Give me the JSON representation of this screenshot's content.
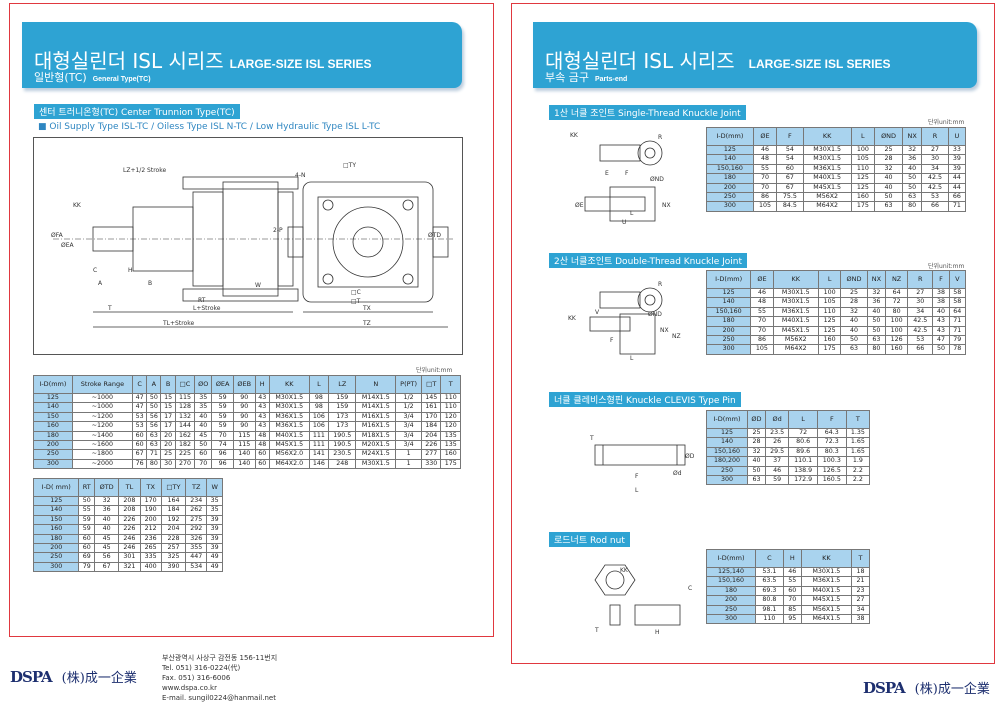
{
  "left": {
    "title_kr": "대형실린더 ISL 시리즈",
    "title_en": "LARGE-SIZE ISL SERIES",
    "subtitle_kr": "일반형(TC)",
    "subtitle_en": "General Type(TC)",
    "section": "센터 트러니온형(TC)  Center Trunnion Type(TC)",
    "bullet": "■  Oil Supply Type ISL-TC / Oiless Type ISL N-TC / Low Hydraulic Type ISL L-TC",
    "drawing_labels": [
      "LZ+1/2 Stroke",
      "KK",
      "ØFA",
      "ØEA",
      "C",
      "A",
      "B",
      "H",
      "RT",
      "L+Stroke",
      "T",
      "TL+Stroke",
      "□TY",
      "4-N",
      "2-P",
      "ØTD",
      "□C",
      "□T",
      "TX",
      "TZ",
      "W"
    ],
    "unit": "단위unit:mm",
    "table1": {
      "headers": [
        "I-D(mm)",
        "Stroke Range",
        "C",
        "A",
        "B",
        "□C",
        "ØO",
        "ØEA",
        "ØEB",
        "H",
        "KK",
        "L",
        "LZ",
        "N",
        "P(PT)",
        "□T",
        "T"
      ],
      "rows": [
        [
          "125",
          "~1000",
          "47",
          "50",
          "15",
          "115",
          "35",
          "59",
          "90",
          "43",
          "M30X1.5",
          "98",
          "159",
          "M14X1.5",
          "1/2",
          "145",
          "110"
        ],
        [
          "140",
          "~1000",
          "47",
          "50",
          "15",
          "128",
          "35",
          "59",
          "90",
          "43",
          "M30X1.5",
          "98",
          "159",
          "M14X1.5",
          "1/2",
          "161",
          "110"
        ],
        [
          "150",
          "~1200",
          "53",
          "56",
          "17",
          "132",
          "40",
          "59",
          "90",
          "43",
          "M36X1.5",
          "106",
          "173",
          "M16X1.5",
          "3/4",
          "170",
          "120"
        ],
        [
          "160",
          "~1200",
          "53",
          "56",
          "17",
          "144",
          "40",
          "59",
          "90",
          "43",
          "M36X1.5",
          "106",
          "173",
          "M16X1.5",
          "3/4",
          "184",
          "120"
        ],
        [
          "180",
          "~1400",
          "60",
          "63",
          "20",
          "162",
          "45",
          "70",
          "115",
          "48",
          "M40X1.5",
          "111",
          "190.5",
          "M18X1.5",
          "3/4",
          "204",
          "135"
        ],
        [
          "200",
          "~1600",
          "60",
          "63",
          "20",
          "182",
          "50",
          "74",
          "115",
          "48",
          "M45X1.5",
          "111",
          "190.5",
          "M20X1.5",
          "3/4",
          "226",
          "135"
        ],
        [
          "250",
          "~1800",
          "67",
          "71",
          "25",
          "225",
          "60",
          "96",
          "140",
          "60",
          "M56X2.0",
          "141",
          "230.5",
          "M24X1.5",
          "1",
          "277",
          "160"
        ],
        [
          "300",
          "~2000",
          "76",
          "80",
          "30",
          "270",
          "70",
          "96",
          "140",
          "60",
          "M64X2.0",
          "146",
          "248",
          "M30X1.5",
          "1",
          "330",
          "175"
        ]
      ]
    },
    "table2": {
      "headers": [
        "I-D( mm)",
        "RT",
        "ØTD",
        "TL",
        "TX",
        "□TY",
        "TZ",
        "W"
      ],
      "rows": [
        [
          "125",
          "50",
          "32",
          "208",
          "170",
          "164",
          "234",
          "35"
        ],
        [
          "140",
          "55",
          "36",
          "208",
          "190",
          "184",
          "262",
          "35"
        ],
        [
          "150",
          "59",
          "40",
          "226",
          "200",
          "192",
          "275",
          "39"
        ],
        [
          "160",
          "59",
          "40",
          "226",
          "212",
          "204",
          "292",
          "39"
        ],
        [
          "180",
          "60",
          "45",
          "246",
          "236",
          "228",
          "326",
          "39"
        ],
        [
          "200",
          "60",
          "45",
          "246",
          "265",
          "257",
          "355",
          "39"
        ],
        [
          "250",
          "69",
          "56",
          "301",
          "335",
          "325",
          "447",
          "49"
        ],
        [
          "300",
          "79",
          "67",
          "321",
          "400",
          "390",
          "534",
          "49"
        ]
      ]
    }
  },
  "right": {
    "title_kr": "대형실린더 ISL 시리즈",
    "title_en": "LARGE-SIZE ISL SERIES",
    "subtitle_kr": "부속 금구",
    "subtitle_en": "Parts-end",
    "unit": "단위unit:mm",
    "sec1": "1산 너클 조인트  Single-Thread Knuckle Joint",
    "sec2": "2산 너클조인트  Double-Thread Knuckle Joint",
    "sec3": "너클 클레비스형핀  Knuckle CLEVIS Type Pin",
    "sec4": "로드너트  Rod nut",
    "labels1": [
      "KK",
      "R",
      "E",
      "F",
      "ØND",
      "ØE",
      "NX",
      "L",
      "U"
    ],
    "labels2": [
      "R",
      "ØND",
      "KK",
      "V",
      "F",
      "L",
      "NX",
      "NZ"
    ],
    "labels3": [
      "T",
      "ØD",
      "Ød",
      "F",
      "L"
    ],
    "labels4": [
      "KK",
      "C",
      "T",
      "H"
    ],
    "table1": {
      "headers": [
        "I-D(mm)",
        "ØE",
        "F",
        "KK",
        "L",
        "ØND",
        "NX",
        "R",
        "U"
      ],
      "rows": [
        [
          "125",
          "46",
          "54",
          "M30X1.5",
          "100",
          "25",
          "32",
          "27",
          "33"
        ],
        [
          "140",
          "48",
          "54",
          "M30X1.5",
          "105",
          "28",
          "36",
          "30",
          "39"
        ],
        [
          "150,160",
          "55",
          "60",
          "M36X1.5",
          "110",
          "32",
          "40",
          "34",
          "39"
        ],
        [
          "180",
          "70",
          "67",
          "M40X1.5",
          "125",
          "40",
          "50",
          "42.5",
          "44"
        ],
        [
          "200",
          "70",
          "67",
          "M45X1.5",
          "125",
          "40",
          "50",
          "42.5",
          "44"
        ],
        [
          "250",
          "86",
          "75.5",
          "M56X2",
          "160",
          "50",
          "63",
          "53",
          "66"
        ],
        [
          "300",
          "105",
          "84.5",
          "M64X2",
          "175",
          "63",
          "80",
          "66",
          "71"
        ]
      ]
    },
    "table2": {
      "headers": [
        "I-D(mm)",
        "ØE",
        "KK",
        "L",
        "ØND",
        "NX",
        "NZ",
        "R",
        "F",
        "V"
      ],
      "rows": [
        [
          "125",
          "46",
          "M30X1.5",
          "100",
          "25",
          "32",
          "64",
          "27",
          "38",
          "58"
        ],
        [
          "140",
          "48",
          "M30X1.5",
          "105",
          "28",
          "36",
          "72",
          "30",
          "38",
          "58"
        ],
        [
          "150,160",
          "55",
          "M36X1.5",
          "110",
          "32",
          "40",
          "80",
          "34",
          "40",
          "64"
        ],
        [
          "180",
          "70",
          "M40X1.5",
          "125",
          "40",
          "50",
          "100",
          "42.5",
          "43",
          "71"
        ],
        [
          "200",
          "70",
          "M45X1.5",
          "125",
          "40",
          "50",
          "100",
          "42.5",
          "43",
          "71"
        ],
        [
          "250",
          "86",
          "M56X2",
          "160",
          "50",
          "63",
          "126",
          "53",
          "47",
          "79"
        ],
        [
          "300",
          "105",
          "M64X2",
          "175",
          "63",
          "80",
          "160",
          "66",
          "50",
          "78"
        ]
      ]
    },
    "table3": {
      "headers": [
        "I-D(mm)",
        "ØD",
        "Ød",
        "L",
        "F",
        "T"
      ],
      "rows": [
        [
          "125",
          "25",
          "23.5",
          "72",
          "64.3",
          "1.35"
        ],
        [
          "140",
          "28",
          "26",
          "80.6",
          "72.3",
          "1.65"
        ],
        [
          "150,160",
          "32",
          "29.5",
          "89.6",
          "80.3",
          "1.65"
        ],
        [
          "180,200",
          "40",
          "37",
          "110.1",
          "100.3",
          "1.9"
        ],
        [
          "250",
          "50",
          "46",
          "138.9",
          "126.5",
          "2.2"
        ],
        [
          "300",
          "63",
          "59",
          "172.9",
          "160.5",
          "2.2"
        ]
      ]
    },
    "table4": {
      "headers": [
        "I-D(mm)",
        "C",
        "H",
        "KK",
        "T"
      ],
      "rows": [
        [
          "125,140",
          "53.1",
          "46",
          "M30X1.5",
          "18"
        ],
        [
          "150,160",
          "63.5",
          "55",
          "M36X1.5",
          "21"
        ],
        [
          "180",
          "69.3",
          "60",
          "M40X1.5",
          "23"
        ],
        [
          "200",
          "80.8",
          "70",
          "M45X1.5",
          "27"
        ],
        [
          "250",
          "98.1",
          "85",
          "M56X1.5",
          "34"
        ],
        [
          "300",
          "110",
          "95",
          "M64X1.5",
          "38"
        ]
      ]
    }
  },
  "footer": {
    "logo_en": "DSPA",
    "logo_kr": "(株)成一企業",
    "address": "부산광역시 사상구 감전동 156-11번지",
    "tel": "Tel. 051) 316-0224(代)",
    "fax": "Fax. 051) 316-6006",
    "web": "www.dspa.co.kr",
    "email": "E-mail. sungil0224@hanmail.net"
  },
  "colors": {
    "header": "#2ea3d3",
    "table_header": "#a9d3ee",
    "page_border": "#e0383f"
  }
}
